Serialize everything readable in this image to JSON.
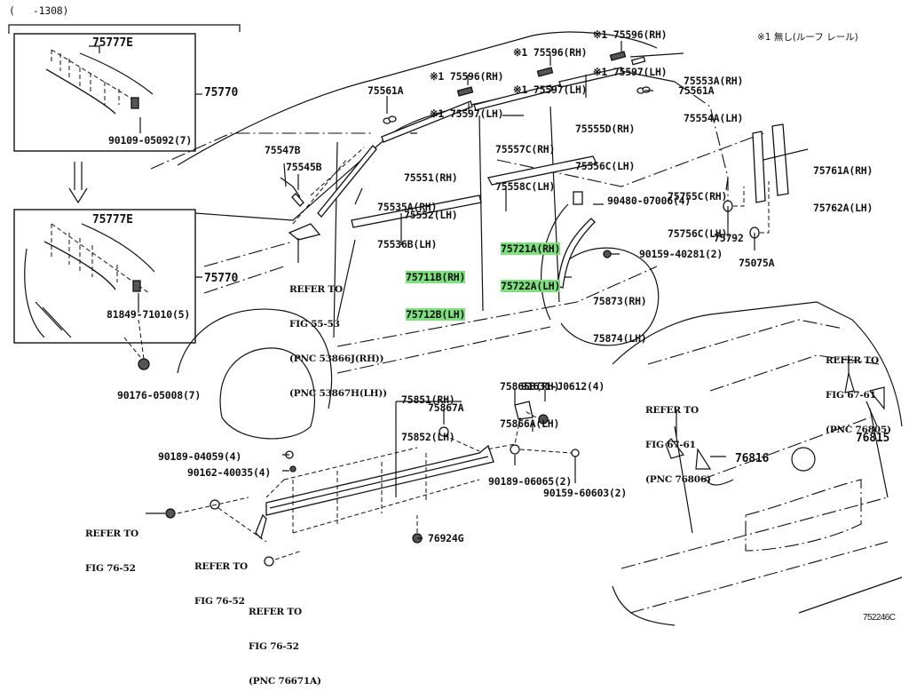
{
  "diagram": {
    "date_range": "(   -1308)",
    "note": "※1 無し(ルーフ レール)",
    "figure_code": "752246C",
    "highlight_color": "#7fe07f",
    "inset_top": {
      "part_main": "75777E",
      "assembly": "75770",
      "fastener": "90109-05092(7)"
    },
    "inset_bottom": {
      "part_main": "75777E",
      "assembly": "75770",
      "fastener": "81849-71010(5)"
    },
    "labels": {
      "p90176": "90176-05008(7)",
      "p75561A_left": "75561A",
      "p75561A_right": "75561A",
      "roof_a": [
        "※1 75596(RH)",
        "※1 75597(LH)"
      ],
      "roof_b": [
        "※1 75596(RH)",
        "※1 75597(LH)"
      ],
      "roof_c": [
        "※1 75596(RH)",
        "※1 75597(LH)"
      ],
      "p75553": [
        "75553A(RH)",
        "75554A(LH)"
      ],
      "p75555": [
        "75555D(RH)",
        "75556C(LH)"
      ],
      "p75557": [
        "75557C(RH)",
        "75558C(LH)"
      ],
      "p75551": [
        "75551(RH)",
        "75552(LH)"
      ],
      "p75547B": "75547B",
      "p75545B": "75545B",
      "p75535": [
        "75535A(RH)",
        "75536B(LH)"
      ],
      "p75761": [
        "75761A(RH)",
        "75762A(LH)"
      ],
      "p75755": [
        "75755C(RH)",
        "75756C(LH)"
      ],
      "p90480": "90480-07006(4)",
      "p75721": [
        "75721A(RH)",
        "75722A(LH)"
      ],
      "p75711": [
        "75711B(RH)",
        "75712B(LH)"
      ],
      "p75792": "75792",
      "p75075A": "75075A",
      "p90159_40281": "90159-40281(2)",
      "p75873": [
        "75873(RH)",
        "75874(LH)"
      ],
      "refer_55_53": [
        "REFER TO",
        "FIG 55-53",
        "(PNC 53866J(RH))",
        "(PNC 53867H(LH))"
      ],
      "refer_67_61_a": [
        "REFER TO",
        "FIG 67-61",
        "(PNC 76805)"
      ],
      "refer_67_61_b": [
        "REFER TO",
        "FIG 67-61",
        "(PNC 76806)"
      ],
      "p76815": "76815",
      "p76816": "76816",
      "p75851": [
        "75851(RH)",
        "75852(LH)"
      ],
      "p75865": [
        "75865B(RH)",
        "75866A(LH)"
      ],
      "p91631": "91631-J0612(4)",
      "p75867A": "75867A",
      "p90189_04059": "90189-04059(4)",
      "p90162": "90162-40035(4)",
      "p90189_06065": "90189-06065(2)",
      "p90159_60603": "90159-60603(2)",
      "refer_76_52_a": [
        "REFER TO",
        "FIG 76-52"
      ],
      "refer_76_52_b": [
        "REFER TO",
        "FIG 76-52"
      ],
      "refer_76_52_c": [
        "REFER TO",
        "FIG 76-52",
        "(PNC 76671A)"
      ],
      "p76924G": "76924G"
    }
  }
}
